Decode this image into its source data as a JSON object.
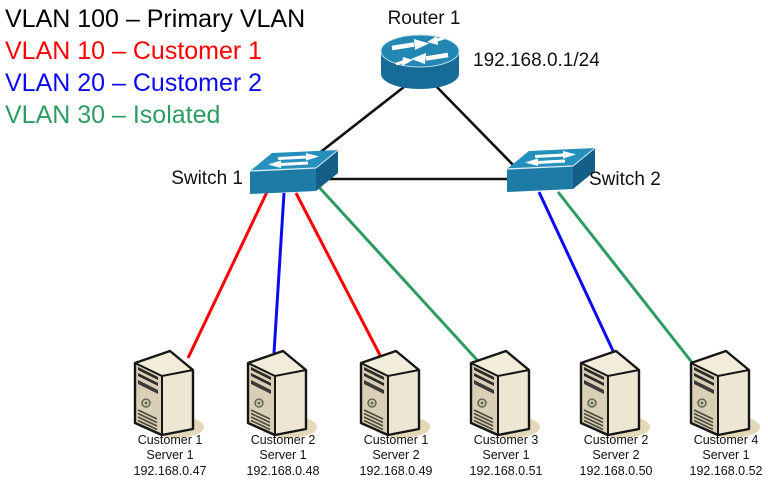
{
  "legend": {
    "items": [
      {
        "label": "VLAN 100 – Primary VLAN",
        "color": "#000000"
      },
      {
        "label": "VLAN 10 – Customer 1",
        "color": "#fe0000"
      },
      {
        "label": "VLAN 20 – Customer 2",
        "color": "#0b0bf2"
      },
      {
        "label": "VLAN 30 – Isolated",
        "color": "#2e9b62"
      }
    ]
  },
  "router": {
    "label": "Router 1",
    "ip": "192.168.0.1/24"
  },
  "switches": [
    {
      "label": "Switch 1"
    },
    {
      "label": "Switch 2"
    }
  ],
  "servers": [
    {
      "customer": "Customer 1",
      "server": "Server 1",
      "ip": "192.168.0.47"
    },
    {
      "customer": "Customer 2",
      "server": "Server 1",
      "ip": "192.168.0.48"
    },
    {
      "customer": "Customer 1",
      "server": "Server 2",
      "ip": "192.168.0.49"
    },
    {
      "customer": "Customer 3",
      "server": "Server 1",
      "ip": "192.168.0.51"
    },
    {
      "customer": "Customer 2",
      "server": "Server 2",
      "ip": "192.168.0.50"
    },
    {
      "customer": "Customer 4",
      "server": "Server 1",
      "ip": "192.168.0.52"
    }
  ],
  "links": [
    {
      "from": "Router 1",
      "to": "Switch 1",
      "color": "#111111"
    },
    {
      "from": "Router 1",
      "to": "Switch 2",
      "color": "#111111"
    },
    {
      "from": "Switch 1",
      "to": "Switch 2",
      "color": "#111111"
    },
    {
      "from": "Switch 1",
      "to": "Customer 1 Server 1",
      "color": "#fe0000"
    },
    {
      "from": "Switch 1",
      "to": "Customer 2 Server 1",
      "color": "#0b0bf2"
    },
    {
      "from": "Switch 1",
      "to": "Customer 1 Server 2",
      "color": "#fe0000"
    },
    {
      "from": "Switch 1",
      "to": "Customer 3 Server 1",
      "color": "#2e9b62"
    },
    {
      "from": "Switch 2",
      "to": "Customer 2 Server 2",
      "color": "#0b0bf2"
    },
    {
      "from": "Switch 2",
      "to": "Customer 4 Server 1",
      "color": "#2e9b62"
    }
  ]
}
